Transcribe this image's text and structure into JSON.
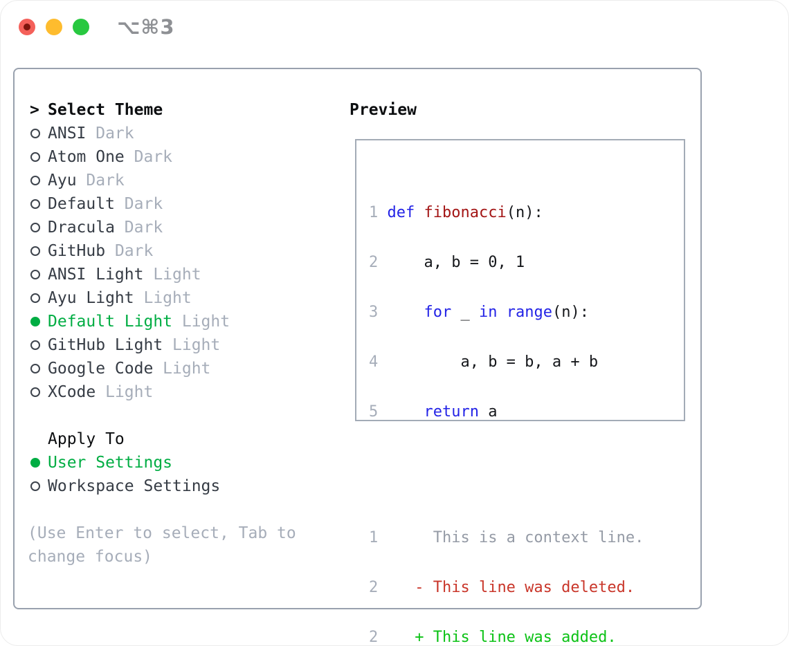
{
  "window": {
    "shortcut_label": "⌥⌘3"
  },
  "icons": {
    "close_button": "red-traffic-light",
    "minimize_button": "yellow-traffic-light",
    "zoom_button": "green-traffic-light",
    "selection_cursor": ">",
    "radio_selected": "filled-circle",
    "radio_unselected": "outline-circle"
  },
  "colors": {
    "accent_green": "#00ad43",
    "keyword_blue": "#2323e6",
    "function_red": "#a31515",
    "diff_deleted_red": "#c9362a",
    "diff_added_green": "#0cc216",
    "muted_gray": "#a6adb9",
    "panel_border": "#99a1ae",
    "traffic_red": "#f4605a",
    "traffic_yellow": "#febc2e",
    "traffic_green": "#28c840"
  },
  "select_theme": {
    "cursor": ">",
    "title": "Select Theme",
    "themes": [
      {
        "name": "ANSI",
        "variant": "Dark",
        "selected": false
      },
      {
        "name": "Atom One",
        "variant": "Dark",
        "selected": false
      },
      {
        "name": "Ayu",
        "variant": "Dark",
        "selected": false
      },
      {
        "name": "Default",
        "variant": "Dark",
        "selected": false
      },
      {
        "name": "Dracula",
        "variant": "Dark",
        "selected": false
      },
      {
        "name": "GitHub",
        "variant": "Dark",
        "selected": false
      },
      {
        "name": "ANSI Light",
        "variant": "Light",
        "selected": false
      },
      {
        "name": "Ayu Light",
        "variant": "Light",
        "selected": false
      },
      {
        "name": "Default Light",
        "variant": "Light",
        "selected": true
      },
      {
        "name": "GitHub Light",
        "variant": "Light",
        "selected": false
      },
      {
        "name": "Google Code",
        "variant": "Light",
        "selected": false
      },
      {
        "name": "XCode",
        "variant": "Light",
        "selected": false
      }
    ]
  },
  "apply_to": {
    "title": "Apply To",
    "options": [
      {
        "label": "User Settings",
        "selected": true
      },
      {
        "label": "Workspace Settings",
        "selected": false
      }
    ]
  },
  "hint": "(Use Enter to select, Tab to change focus)",
  "preview": {
    "title": "Preview",
    "code": [
      {
        "num": "1 ",
        "kw": "def ",
        "fn": "fibonacci",
        "pl": "(n):"
      },
      {
        "num": "2 ",
        "pl": "    a, b = 0, 1"
      },
      {
        "num": "3 ",
        "pl1": "    ",
        "kw1": "for",
        "pl2": " _ ",
        "kw2": "in",
        "pl3": " ",
        "kw3": "range",
        "pl4": "(n):"
      },
      {
        "num": "4 ",
        "pl": "        a, b = b, a + b"
      },
      {
        "num": "5 ",
        "pl1": "    ",
        "kw1": "return",
        "pl2": " a"
      }
    ],
    "diff": [
      {
        "num": "1",
        "ctx": "      This is a context line."
      },
      {
        "num": "2",
        "pre": "    ",
        "del": "- This line was deleted."
      },
      {
        "num": "2",
        "pre": "    ",
        "add": "+ This line was added."
      }
    ]
  }
}
